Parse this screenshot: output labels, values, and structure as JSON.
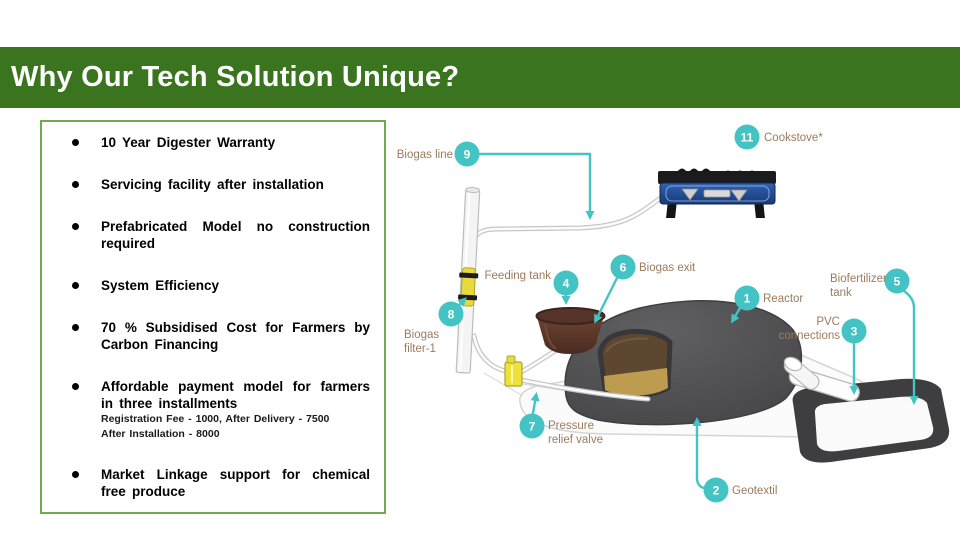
{
  "header": {
    "title": "Why Our Tech Solution Unique?",
    "bg_color": "#3a741f"
  },
  "features": {
    "box_border_color": "#6faa4c",
    "items": [
      {
        "text": "10 Year Digester Warranty"
      },
      {
        "text": "Servicing facility after installation"
      },
      {
        "text": "Prefabricated Model no construction required"
      },
      {
        "text": "System Efficiency"
      },
      {
        "text": "70 % Subsidised Cost for Farmers by Carbon Financing"
      },
      {
        "text": "Affordable payment model for farmers in three installments",
        "sub": [
          "Registration Fee - 1000, After Delivery - 7500",
          "After Installation  - 8000"
        ]
      },
      {
        "text": "Market Linkage support for chemical free produce"
      }
    ]
  },
  "diagram": {
    "colors": {
      "accent_teal": "#44c3c4",
      "label_brown": "#9b7b5e",
      "reactor_gray": "#4e4e50",
      "pot_brown": "#5d3a2c",
      "stove_blue": "#2b59a5",
      "valve_yellow": "#efe13d"
    },
    "callouts": [
      {
        "num": "1",
        "lines": [
          "Reactor"
        ]
      },
      {
        "num": "2",
        "lines": [
          "Geotextil"
        ]
      },
      {
        "num": "3",
        "lines": [
          "PVC",
          "connections"
        ]
      },
      {
        "num": "4",
        "lines": [
          "Feeding tank"
        ]
      },
      {
        "num": "5",
        "lines": [
          "Biofertilizer",
          "tank"
        ]
      },
      {
        "num": "6",
        "lines": [
          "Biogas exit"
        ]
      },
      {
        "num": "7",
        "lines": [
          "Pressure",
          "relief valve"
        ]
      },
      {
        "num": "8",
        "lines": [
          "Biogas",
          "filter-1"
        ]
      },
      {
        "num": "9",
        "lines": [
          "Biogas line"
        ]
      },
      {
        "num": "11",
        "lines": [
          "Cookstove*"
        ]
      }
    ]
  }
}
